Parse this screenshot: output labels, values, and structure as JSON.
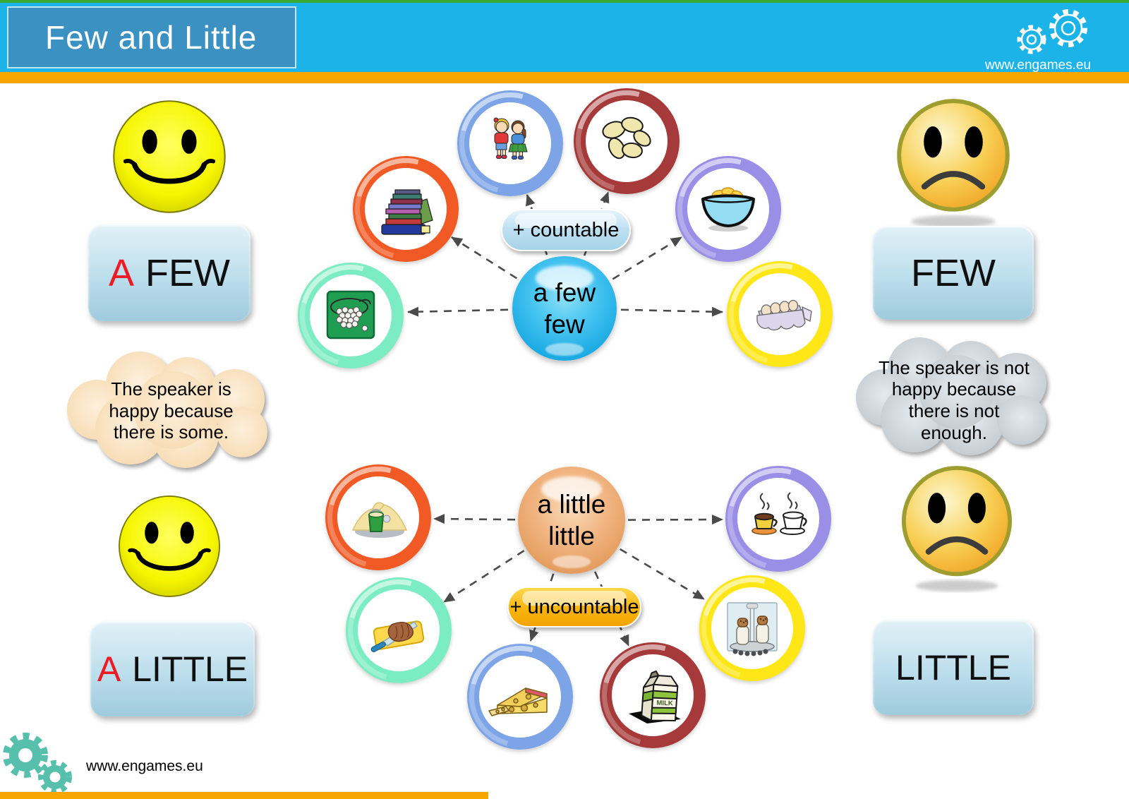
{
  "header": {
    "title": "Few and Little",
    "website": "www.engames.eu"
  },
  "footer": {
    "website": "www.engames.eu"
  },
  "panels": {
    "a_few": {
      "article": "A",
      "word": "FEW"
    },
    "few": {
      "word": "FEW"
    },
    "a_little": {
      "article": "A",
      "word": "LITTLE"
    },
    "little": {
      "word": "LITTLE"
    }
  },
  "clouds": {
    "left": "The speaker is happy because there is some.",
    "right": "The speaker is not happy because there is not enough."
  },
  "maps": {
    "few": {
      "line1": "a few",
      "line2": "few",
      "tag": "+ countable",
      "items": [
        {
          "name": "books",
          "ring_color": "#f15a24"
        },
        {
          "name": "children",
          "ring_color": "#7da4e6"
        },
        {
          "name": "crisps",
          "ring_color": "#a63a3a"
        },
        {
          "name": "bowl-of-crisps",
          "ring_color": "#9b8ee6"
        },
        {
          "name": "golf-balls",
          "ring_color": "#7cecc4"
        },
        {
          "name": "eggs",
          "ring_color": "#ffe617"
        }
      ]
    },
    "little": {
      "line1": "a little",
      "line2": "little",
      "tag": "+ uncountable",
      "items": [
        {
          "name": "sand",
          "ring_color": "#f15a24"
        },
        {
          "name": "meat",
          "ring_color": "#7cecc4"
        },
        {
          "name": "cheese",
          "ring_color": "#7da4e6"
        },
        {
          "name": "milk",
          "ring_color": "#a63a3a"
        },
        {
          "name": "coffee",
          "ring_color": "#9b8ee6"
        },
        {
          "name": "salt-and-pepper",
          "ring_color": "#ffe617"
        }
      ]
    }
  },
  "icon_labels": {
    "milk": "MILK"
  },
  "colors": {
    "header_bar": "#1cb4e8",
    "header_title_box": "#3b92c2",
    "accent_stripe": "#f5a700",
    "top_line": "#3aaa35",
    "panel_blue": "#b6d9e6",
    "article_red": "#ed1c24",
    "bubble_blue": "#2ab4ea",
    "bubble_orange": "#eda468",
    "pill_countable_blue": "#bfe0f2",
    "pill_uncountable_orange": "#f9b410",
    "cloud_left_peach": "#f8dcb4",
    "cloud_right_gray": "#c5ccd2",
    "footer_gear_teal": "#56c0ac",
    "happy_smiley_yellow": "#f6f600",
    "sad_smiley_orange": "#f0a020"
  }
}
